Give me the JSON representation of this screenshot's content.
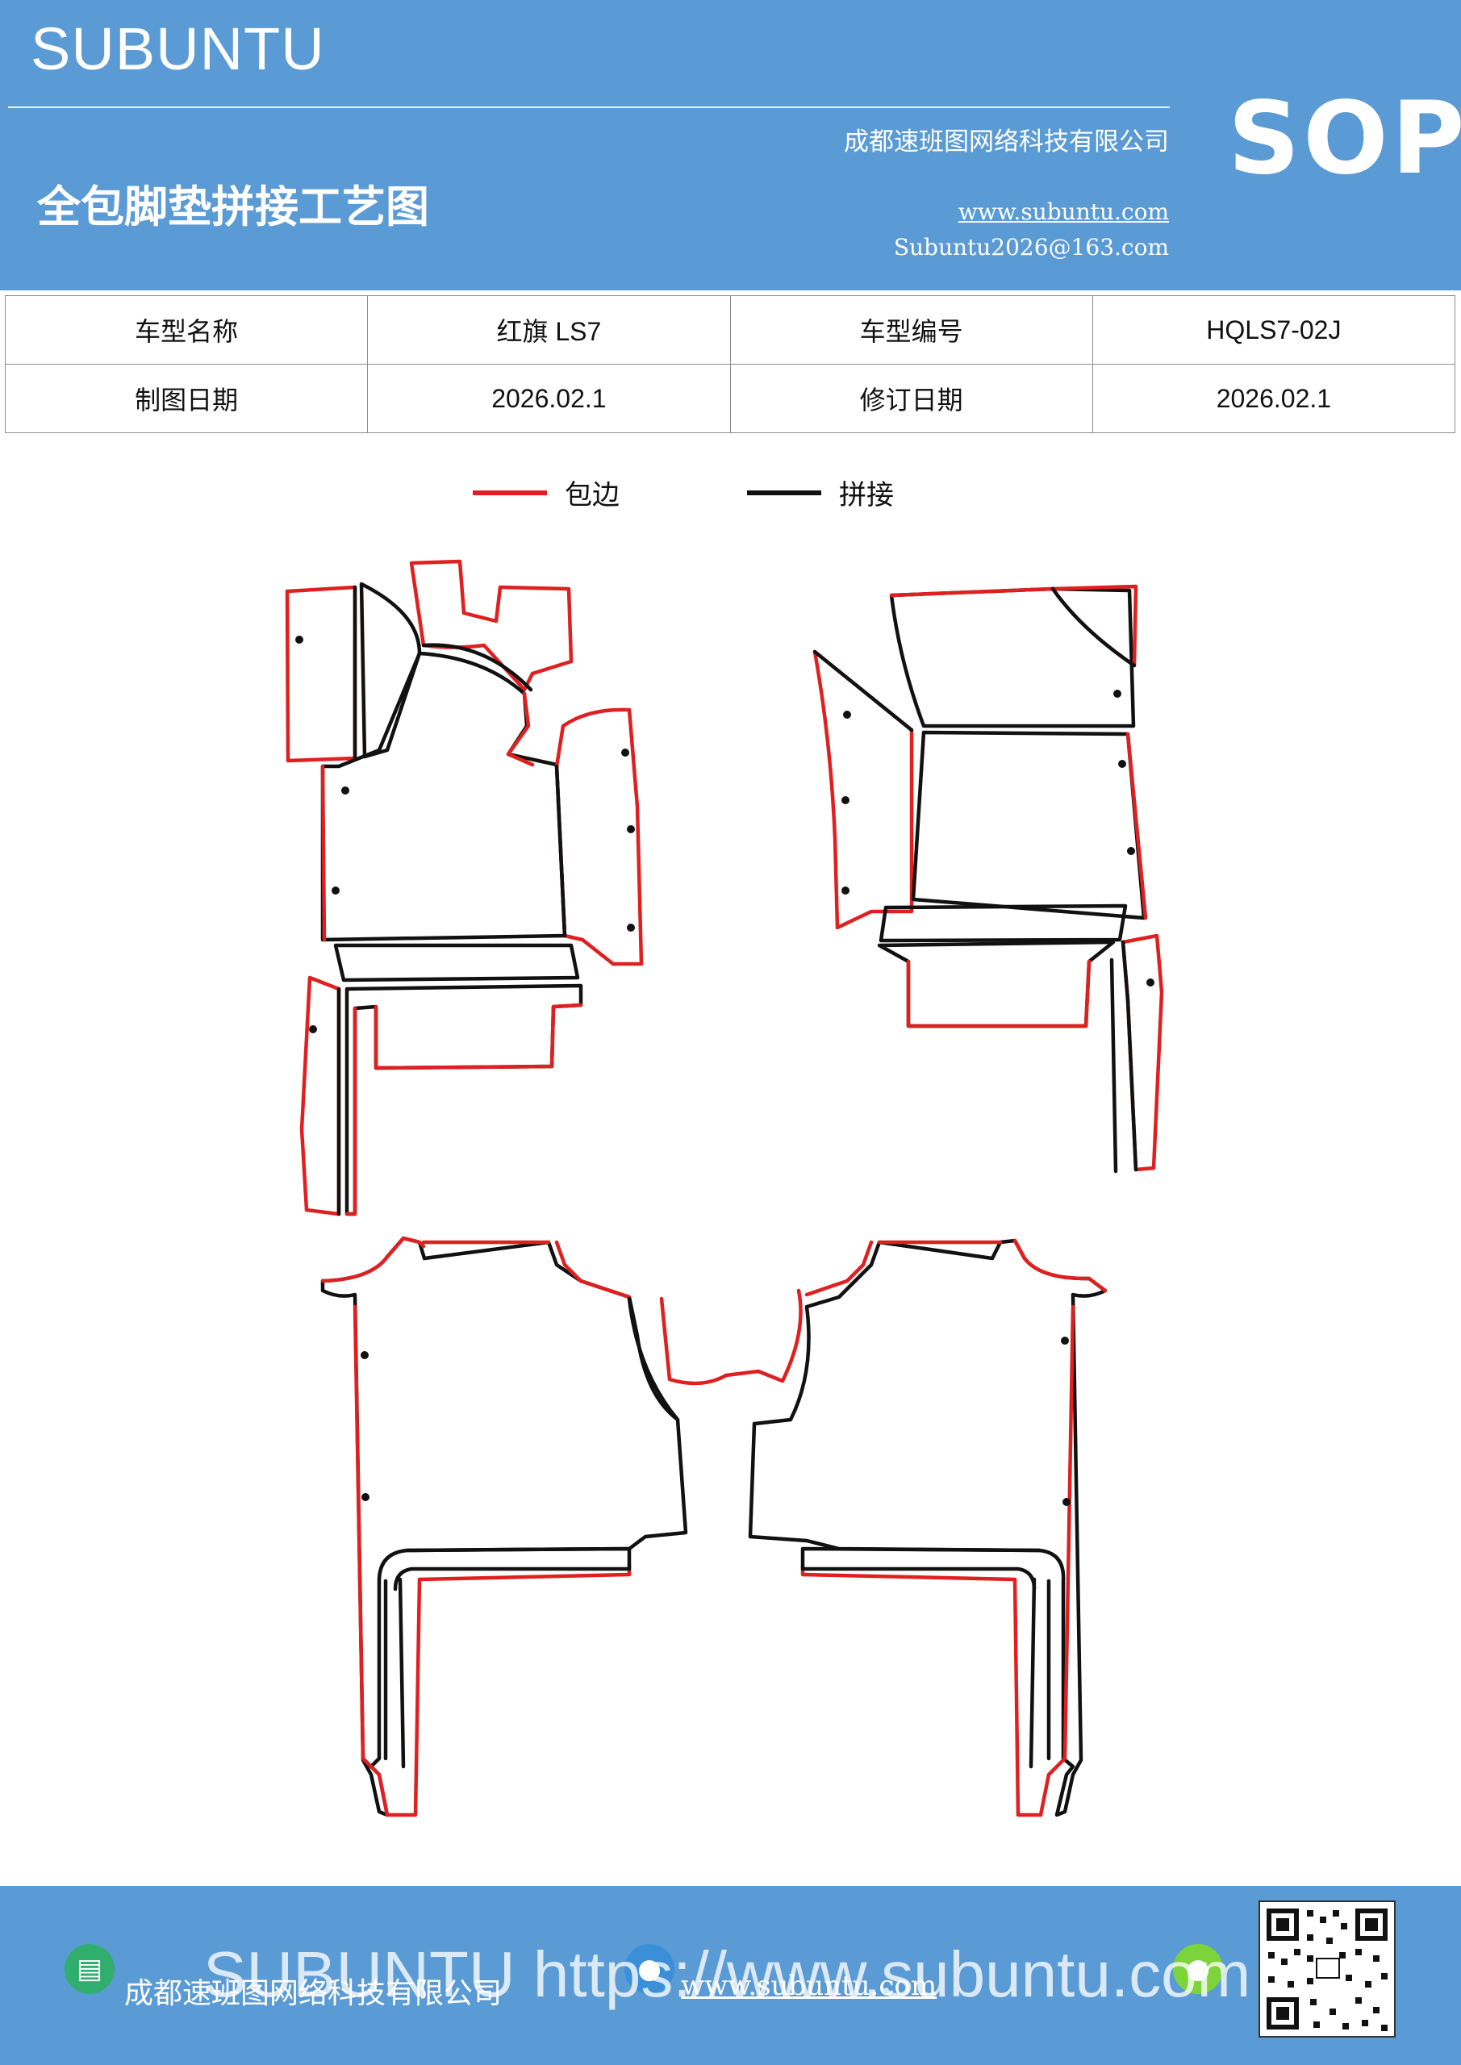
{
  "header": {
    "brand": "SUBUNTU",
    "company": "成都速班图网络科技有限公司",
    "badge": "SOP",
    "title": "全包脚垫拼接工艺图",
    "website": "www.subuntu.com",
    "email": "Subuntu2026@163.com"
  },
  "info_table": {
    "row1": {
      "label1": "车型名称",
      "value1": "红旗 LS7",
      "label2": "车型编号",
      "value2": "HQLS7-02J"
    },
    "row2": {
      "label1": "制图日期",
      "value1": "2026.02.1",
      "label2": "修订日期",
      "value2": "2026.02.1"
    }
  },
  "legend": {
    "edge": {
      "label": "包边",
      "color": "#e02020"
    },
    "seam": {
      "label": "拼接",
      "color": "#111111"
    }
  },
  "footer": {
    "company": "成都速班图网络科技有限公司",
    "website": "www.subuntu.com",
    "watermark": "SUBUNTU https://www.subuntu.com",
    "icons": [
      "building-icon",
      "globe-icon",
      "wechat-icon",
      "qr-code"
    ]
  }
}
